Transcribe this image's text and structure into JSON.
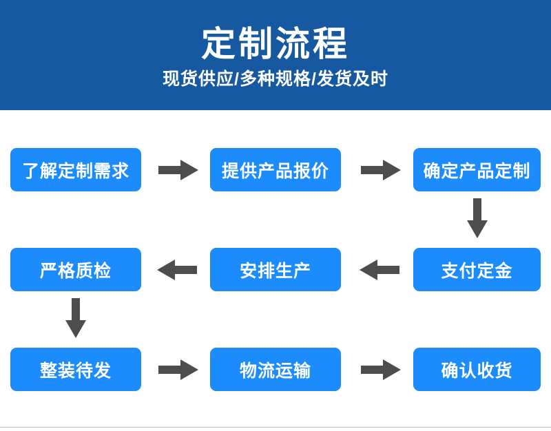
{
  "banner": {
    "title": "定制流程",
    "subtitle": "现货供应/多种规格/发货及时",
    "background_color": "#1659a0",
    "text_color": "#ffffff"
  },
  "theme": {
    "node_color": "#1c8cfc",
    "node_text_color": "#ffffff",
    "arrow_color": "#4d4d4d",
    "page_background": "#ffffff"
  },
  "flow": {
    "nodes": [
      {
        "id": "step-1",
        "label": "了解定制需求",
        "row": 1,
        "column": "a"
      },
      {
        "id": "step-2",
        "label": "提供产品报价",
        "row": 1,
        "column": "b"
      },
      {
        "id": "step-3",
        "label": "确定产品定制",
        "row": 1,
        "column": "c"
      },
      {
        "id": "step-4",
        "label": "支付定金",
        "row": 2,
        "column": "c"
      },
      {
        "id": "step-5",
        "label": "安排生产",
        "row": 2,
        "column": "b"
      },
      {
        "id": "step-6",
        "label": "严格质检",
        "row": 2,
        "column": "a"
      },
      {
        "id": "step-7",
        "label": "整装待发",
        "row": 3,
        "column": "a"
      },
      {
        "id": "step-8",
        "label": "物流运输",
        "row": 3,
        "column": "b"
      },
      {
        "id": "step-9",
        "label": "确认收货",
        "row": 3,
        "column": "c"
      }
    ],
    "connectors": [
      {
        "id": "arrow-1",
        "direction": "right",
        "from": "step-1",
        "to": "step-2"
      },
      {
        "id": "arrow-2",
        "direction": "right",
        "from": "step-2",
        "to": "step-3"
      },
      {
        "id": "arrow-3",
        "direction": "down",
        "from": "step-3",
        "to": "step-4"
      },
      {
        "id": "arrow-4",
        "direction": "left",
        "from": "step-4",
        "to": "step-5"
      },
      {
        "id": "arrow-5",
        "direction": "left",
        "from": "step-5",
        "to": "step-6"
      },
      {
        "id": "arrow-6",
        "direction": "down",
        "from": "step-6",
        "to": "step-7"
      },
      {
        "id": "arrow-7",
        "direction": "right",
        "from": "step-7",
        "to": "step-8"
      },
      {
        "id": "arrow-8",
        "direction": "right",
        "from": "step-8",
        "to": "step-9"
      }
    ]
  }
}
